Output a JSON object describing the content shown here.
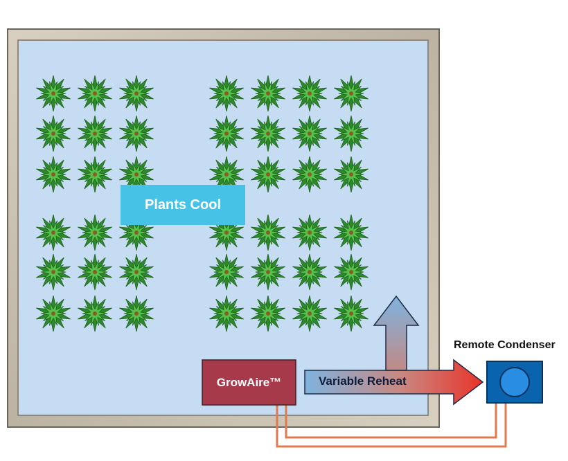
{
  "labels": {
    "plants_cool": "Plants Cool",
    "unit": "GrowAire™",
    "reheat": "Variable Reheat",
    "condenser": "Remote Condenser"
  },
  "colors": {
    "wall": "#cfc6b4",
    "room": "#c6dcf2",
    "plant_dark": "#2c8a2c",
    "plant_light": "#56c24a",
    "label_bg": "#45c2e6",
    "unit": "#a63a4a",
    "condenser": "#0a63ad",
    "condenser_fan": "#2a8de4",
    "pipe": "#e07a4e",
    "arrow_cool": "#7fb3df",
    "arrow_hot": "#e8342a"
  },
  "icons": {
    "plant": "plant-icon",
    "fan": "fan-icon"
  }
}
